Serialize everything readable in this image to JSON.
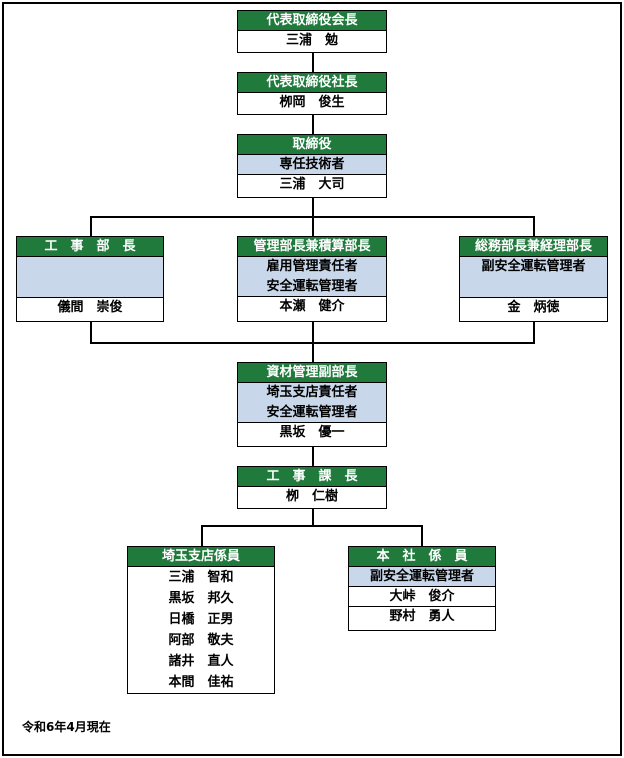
{
  "chairman": {
    "title": "代表取締役会長",
    "name": "三浦　勉"
  },
  "president": {
    "title": "代表取締役社長",
    "name": "栁岡　俊生"
  },
  "director": {
    "title": "取締役",
    "role": "専任技術者",
    "name": "三浦　大司"
  },
  "construction_head": {
    "title": "工　事　部　長",
    "name": "儀間　崇俊"
  },
  "management_head": {
    "title": "管理部長兼積算部長",
    "roles": [
      "雇用管理責任者",
      "安全運転管理者"
    ],
    "name": "本瀬　健介"
  },
  "general_affairs_head": {
    "title": "総務部長兼経理部長",
    "roles": [
      "副安全運転管理者"
    ],
    "name": "金　炳徳"
  },
  "materials_deputy": {
    "title": "資材管理副部長",
    "roles": [
      "埼玉支店責任者",
      "安全運転管理者"
    ],
    "name": "黒坂　優一"
  },
  "construction_section": {
    "title": "工　事　課　長",
    "name": "栁　仁樹"
  },
  "saitama_staff": {
    "title": "埼玉支店係員",
    "names": [
      "三浦　智和",
      "黒坂　邦久",
      "日橋　正男",
      "阿部　敬夫",
      "諸井　直人",
      "本間　佳祐"
    ]
  },
  "hq_staff": {
    "title": "本　社　係　員",
    "role": "副安全運転管理者",
    "names": [
      "大峠　俊介",
      "野村　勇人"
    ]
  },
  "footnote": "令和6年4月現在",
  "colors": {
    "header_green": "#1f7a3c",
    "role_blue": "#c8d7ea"
  }
}
